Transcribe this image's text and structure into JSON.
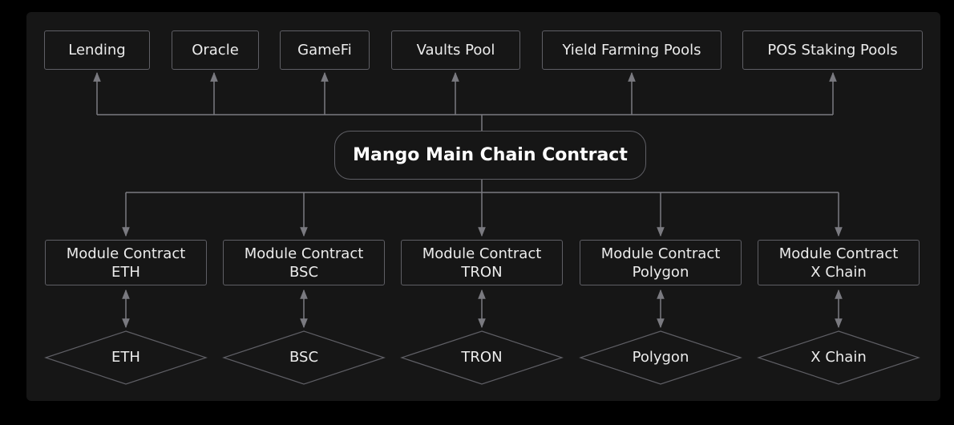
{
  "main_contract": {
    "label": "Mango Main Chain Contract"
  },
  "top_targets": [
    {
      "label": "Lending"
    },
    {
      "label": "Oracle"
    },
    {
      "label": "GameFi"
    },
    {
      "label": "Vaults Pool"
    },
    {
      "label": "Yield Farming Pools"
    },
    {
      "label": "POS Staking Pools"
    }
  ],
  "modules": [
    {
      "line1": "Module Contract",
      "line2": "ETH"
    },
    {
      "line1": "Module Contract",
      "line2": "BSC"
    },
    {
      "line1": "Module Contract",
      "line2": "TRON"
    },
    {
      "line1": "Module Contract",
      "line2": "Polygon"
    },
    {
      "line1": "Module Contract",
      "line2": "X Chain"
    }
  ],
  "chains": [
    {
      "label": "ETH"
    },
    {
      "label": "BSC"
    },
    {
      "label": "TRON"
    },
    {
      "label": "Polygon"
    },
    {
      "label": "X Chain"
    }
  ],
  "colors": {
    "background": "#000000",
    "panel": "#161616",
    "stroke": "#5f5f65",
    "text": "#ececec"
  }
}
